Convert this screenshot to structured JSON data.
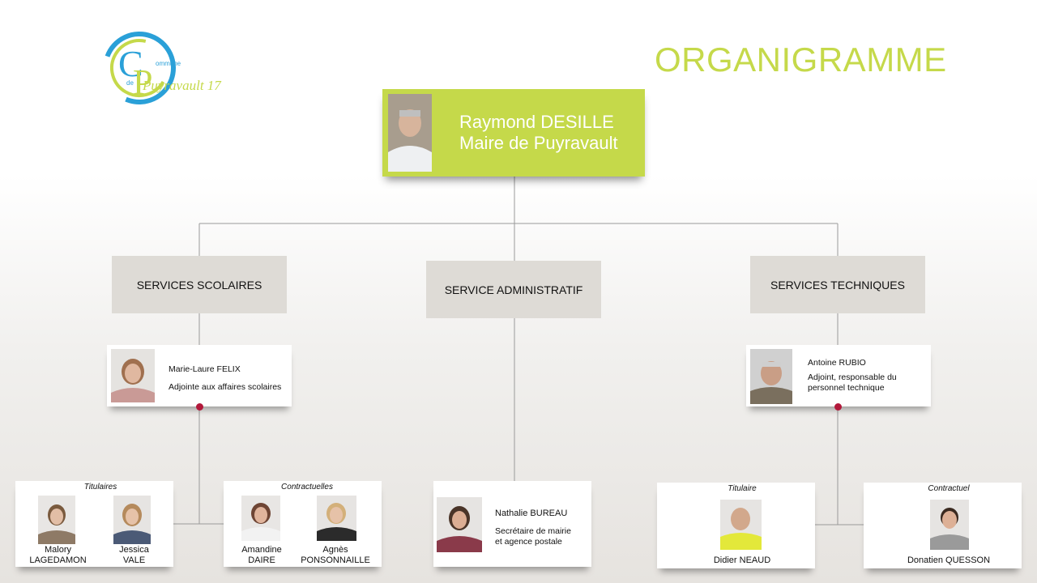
{
  "title": "ORGANIGRAMME",
  "logo": {
    "top": "ommune",
    "de": "de",
    "name": "Puyravault 17",
    "colors": {
      "blue": "#2aa0d8",
      "green": "#c5d94a"
    }
  },
  "mayor": {
    "name": "Raymond DESILLE",
    "role": "Maire de Puyravault"
  },
  "departments": {
    "scolaires": "SERVICES SCOLAIRES",
    "administratif": "SERVICE ADMINISTRATIF",
    "techniques": "SERVICES TECHNIQUES"
  },
  "deputies": {
    "scolaires": {
      "name": "Marie-Laure FELIX",
      "role": "Adjointe aux affaires scolaires"
    },
    "techniques": {
      "name": "Antoine RUBIO",
      "role_line1": "Adjoint, responsable du",
      "role_line2": "personnel technique"
    }
  },
  "staff": {
    "titulaires": {
      "heading": "Titulaires",
      "people": [
        {
          "first": "Malory",
          "last": "LAGEDAMON"
        },
        {
          "first": "Jessica",
          "last": "VALE"
        }
      ]
    },
    "contractuelles": {
      "heading": "Contractuelles",
      "people": [
        {
          "first": "Amandine",
          "last": "DAIRE"
        },
        {
          "first": "Agnès",
          "last": "PONSONNAILLE"
        }
      ]
    },
    "administratif": {
      "name": "Nathalie BUREAU",
      "role_line1": "Secrétaire de mairie",
      "role_line2": "et agence postale"
    },
    "titulaire_tech": {
      "heading": "Titulaire",
      "name": "Didier NEAUD"
    },
    "contractuel_tech": {
      "heading": "Contractuel",
      "name": "Donatien QUESSON"
    }
  },
  "colors": {
    "accent": "#c5d94a",
    "dept_bg": "#dedbd6",
    "dot": "#b2183a",
    "line": "#9a9a9a"
  }
}
